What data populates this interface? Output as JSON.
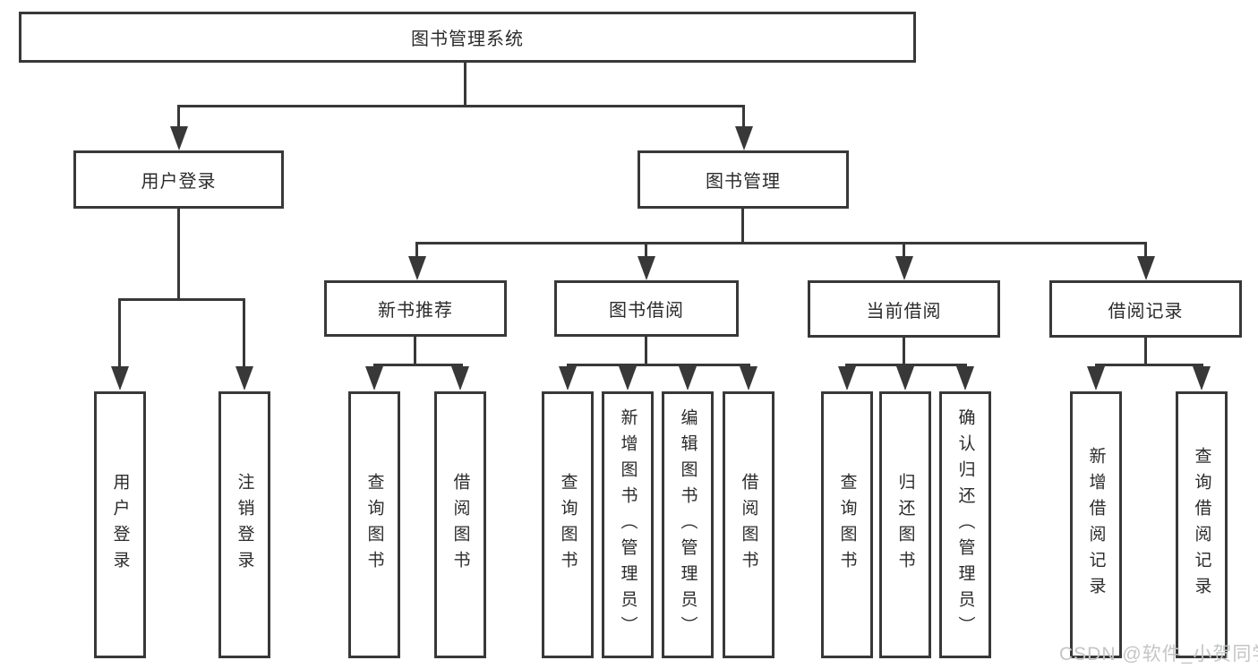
{
  "nodes": {
    "root": "图书管理系统",
    "user_login": "用户登录",
    "book_mgmt": "图书管理",
    "new_book_rec": "新书推荐",
    "book_borrow": "图书借阅",
    "current_borrow": "当前借阅",
    "borrow_records": "借阅记录"
  },
  "leaves": {
    "user_login": [
      "用户登录",
      "注销登录"
    ],
    "new_book_rec": [
      "查询图书",
      "借阅图书"
    ],
    "book_borrow": [
      "查询图书",
      "新增图书（管理员）",
      "编辑图书（管理员）",
      "借阅图书"
    ],
    "current_borrow": [
      "查询图书",
      "归还图书",
      "确认归还（管理员）"
    ],
    "borrow_records": [
      "新增借阅记录",
      "查询借阅记录"
    ]
  },
  "watermark": "CSDN @软件_小贺同学",
  "colors": {
    "line": "#383838",
    "text": "#2b2b2b",
    "box_fill": "#ffffff",
    "watermark": "#c3c5c7",
    "background": "#ffffff"
  }
}
